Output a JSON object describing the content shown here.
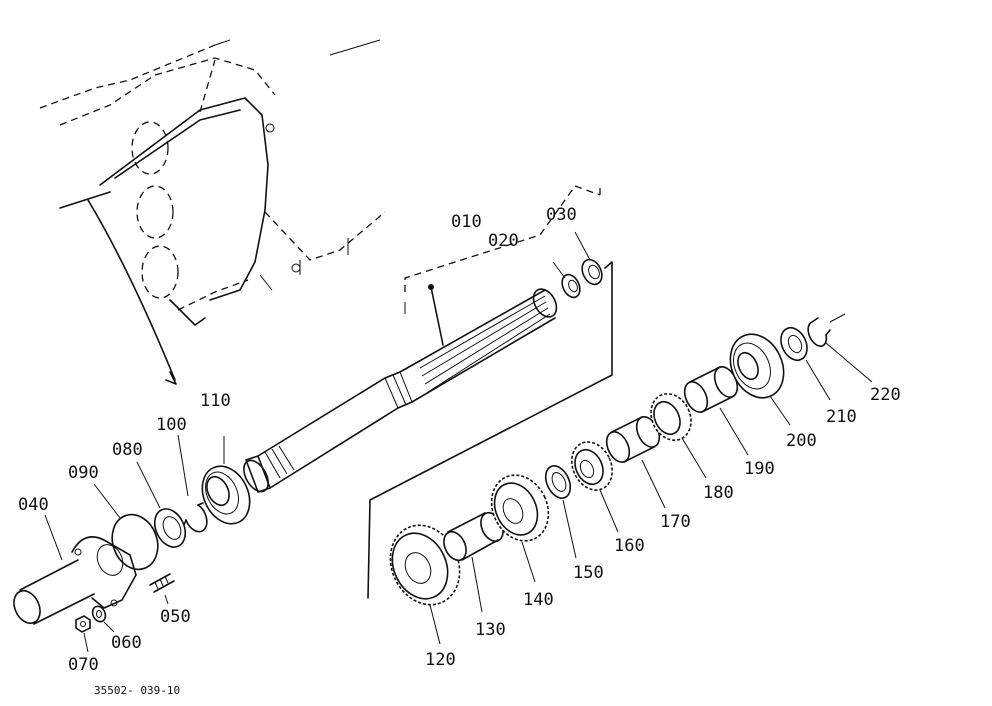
{
  "parts": [
    {
      "id": "p010",
      "label": "010"
    },
    {
      "id": "p020",
      "label": "020"
    },
    {
      "id": "p030",
      "label": "030"
    },
    {
      "id": "p040",
      "label": "040"
    },
    {
      "id": "p050",
      "label": "050"
    },
    {
      "id": "p060",
      "label": "060"
    },
    {
      "id": "p070",
      "label": "070"
    },
    {
      "id": "p080",
      "label": "080"
    },
    {
      "id": "p090",
      "label": "090"
    },
    {
      "id": "p100",
      "label": "100"
    },
    {
      "id": "p110",
      "label": "110"
    },
    {
      "id": "p120",
      "label": "120"
    },
    {
      "id": "p130",
      "label": "130"
    },
    {
      "id": "p140",
      "label": "140"
    },
    {
      "id": "p150",
      "label": "150"
    },
    {
      "id": "p160",
      "label": "160"
    },
    {
      "id": "p170",
      "label": "170"
    },
    {
      "id": "p180",
      "label": "180"
    },
    {
      "id": "p190",
      "label": "190"
    },
    {
      "id": "p200",
      "label": "200"
    },
    {
      "id": "p210",
      "label": "210"
    },
    {
      "id": "p220",
      "label": "220"
    }
  ],
  "drawing_code": "35502- 039-10",
  "colors": {
    "ink": "#111111",
    "paper": "#ffffff"
  }
}
